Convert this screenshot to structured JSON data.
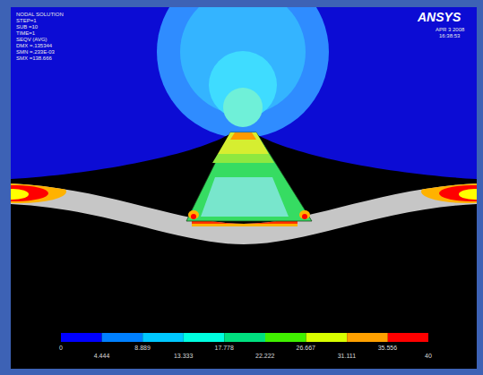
{
  "diagram": {
    "labels": [
      "NODAL SOLUTION",
      "STEP=1",
      "SUB =10",
      "TIME=1",
      "SEQV (AVG)",
      "DMX =.135344",
      "SMN =.233E-03",
      "SMX =138.666",
      "ANSYS",
      "APR 3 2008",
      "16:38:53",
      "0",
      "4.444",
      "8.889",
      "13.333",
      "17.778",
      "22.222",
      "26.667",
      "31.111",
      "35.556",
      "40"
    ]
  }
}
